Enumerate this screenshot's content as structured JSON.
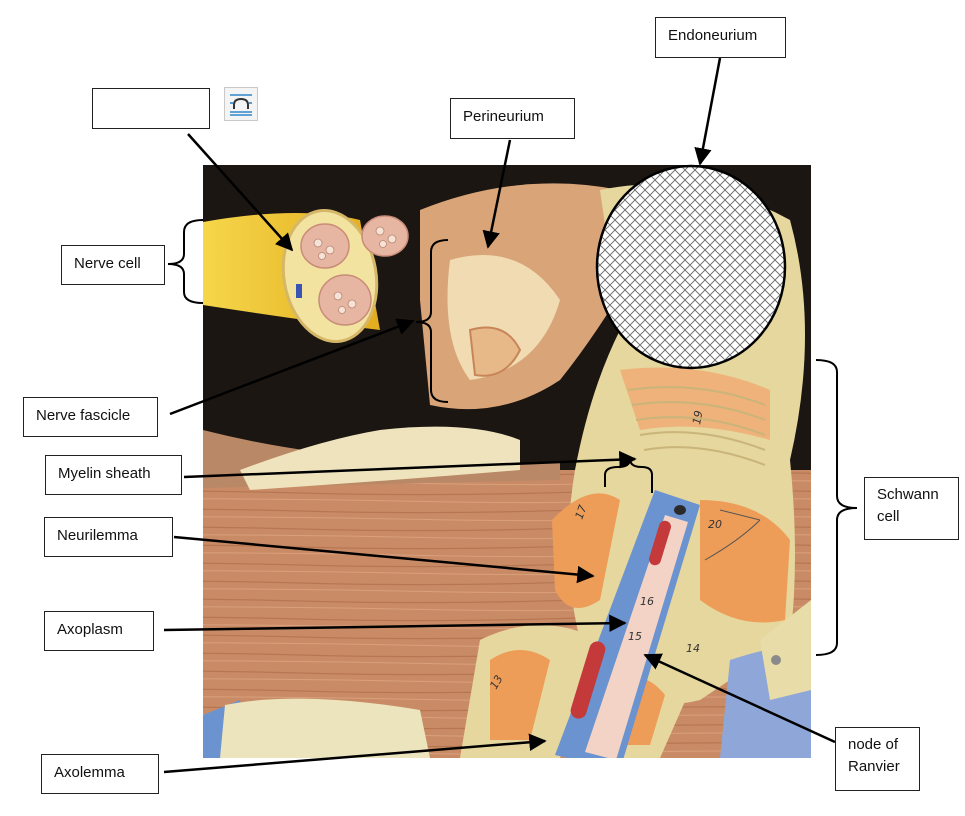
{
  "labels": {
    "blank": "",
    "endoneurium": "Endoneurium",
    "perineurium": "Perineurium",
    "nerve_cell": "Nerve cell",
    "nerve_fascicle": "Nerve fascicle",
    "myelin_sheath": "Myelin sheath",
    "neurilemma": "Neurilemma",
    "axoplasm": "Axoplasm",
    "axolemma": "Axolemma",
    "schwann_line1": "Schwann",
    "schwann_line2": "cell",
    "node_line1": "node of",
    "node_line2": "Ranvier"
  },
  "model_numbers": [
    "19",
    "17",
    "16",
    "15",
    "14",
    "13",
    "20"
  ],
  "icons": {
    "layout_options": "text-wrap-icon"
  },
  "colors": {
    "nerve_yellow": "#f2c531",
    "tissue_tan": "#e9d59a",
    "sheath_orange": "#e8a86a",
    "axon_blue": "#6b93cf",
    "wood": "#c9825f",
    "backdrop": "#1b1612"
  }
}
